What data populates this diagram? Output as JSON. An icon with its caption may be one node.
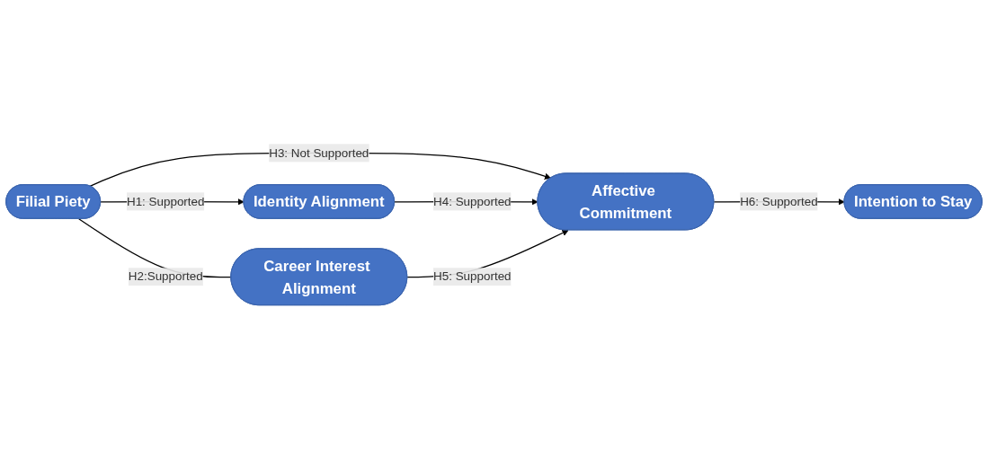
{
  "diagram": {
    "nodes": [
      {
        "text": [
          "Filial Piety"
        ]
      },
      {
        "text": [
          "Identity Alignment"
        ]
      },
      {
        "text": [
          "Career Interest Alignment"
        ]
      },
      {
        "text": [
          "Affective Commitment"
        ]
      },
      {
        "text": [
          "Intention to Stay"
        ]
      }
    ],
    "edges": [
      {
        "from": 0,
        "to": 1,
        "arrow": "to",
        "label": "H1: Supported"
      },
      {
        "from": 0,
        "to": 2,
        "arrow": "none",
        "label": "H2:Supported"
      },
      {
        "from": 0,
        "to": 3,
        "arrow": "to",
        "label": "H3: Not Supported"
      },
      {
        "from": 1,
        "to": 3,
        "arrow": "to",
        "label": "H4: Supported"
      },
      {
        "from": 2,
        "to": 3,
        "arrow": "to",
        "label": "H5: Supported"
      },
      {
        "from": 3,
        "to": 4,
        "arrow": "to",
        "label": "H6: Supported"
      }
    ]
  }
}
